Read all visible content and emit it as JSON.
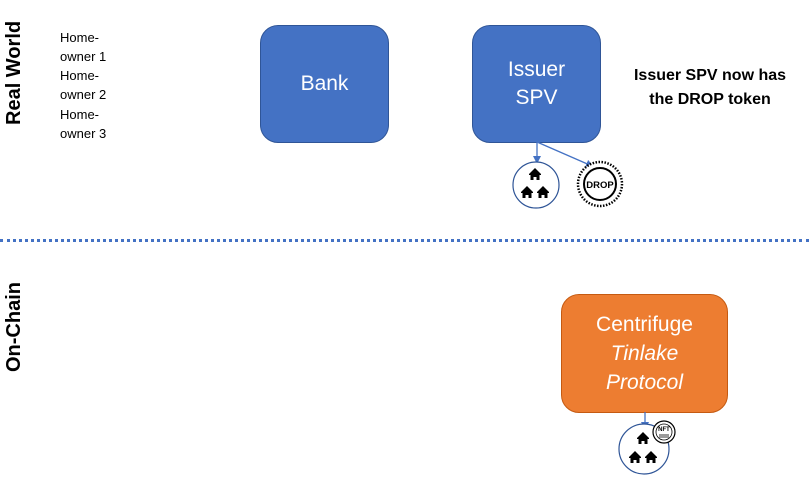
{
  "lanes": {
    "real_world": "Real World",
    "on_chain": "On-Chain"
  },
  "homeowners": [
    {
      "line1": "Home-",
      "line2": "owner 1"
    },
    {
      "line1": "Home-",
      "line2": "owner 2"
    },
    {
      "line1": "Home-",
      "line2": "owner 3"
    }
  ],
  "nodes": {
    "bank": "Bank",
    "issuer_line1": "Issuer",
    "issuer_line2": "SPV",
    "centrifuge_line1": "Centrifuge",
    "centrifuge_line2": "Tinlake",
    "centrifuge_line3": "Protocol"
  },
  "note": {
    "line1": "Issuer SPV now has",
    "line2": "the DROP token"
  },
  "icons": {
    "drop_coin_label": "DROP",
    "nft_label": "NFT"
  },
  "colors": {
    "blue": "#4472c4",
    "orange": "#ed7d31"
  }
}
